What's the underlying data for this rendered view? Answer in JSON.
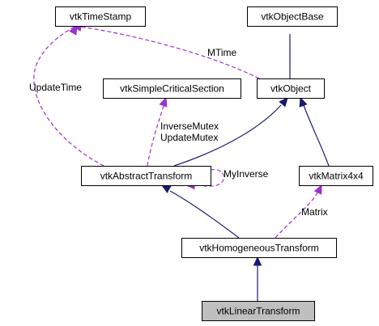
{
  "nodes": [
    {
      "id": "timestamp",
      "label": "vtkTimeStamp",
      "highlight": false
    },
    {
      "id": "objectbase",
      "label": "vtkObjectBase",
      "highlight": false
    },
    {
      "id": "critsec",
      "label": "vtkSimpleCriticalSection",
      "highlight": false
    },
    {
      "id": "object",
      "label": "vtkObject",
      "highlight": false
    },
    {
      "id": "abstract",
      "label": "vtkAbstractTransform",
      "highlight": false
    },
    {
      "id": "matrix",
      "label": "vtkMatrix4x4",
      "highlight": false
    },
    {
      "id": "homogeneous",
      "label": "vtkHomogeneousTransform",
      "highlight": false
    },
    {
      "id": "linear",
      "label": "vtkLinearTransform",
      "highlight": true
    }
  ],
  "edges": [
    {
      "id": "e-object-objectbase",
      "from": "object",
      "to": "objectbase",
      "kind": "inherit",
      "labels": []
    },
    {
      "id": "e-object-timestamp",
      "from": "object",
      "to": "timestamp",
      "kind": "use",
      "labels": [
        "MTime"
      ]
    },
    {
      "id": "e-abstract-timestamp",
      "from": "abstract",
      "to": "timestamp",
      "kind": "use",
      "labels": [
        "UpdateTime"
      ]
    },
    {
      "id": "e-abstract-critsec",
      "from": "abstract",
      "to": "critsec",
      "kind": "use",
      "labels": [
        "InverseMutex",
        "UpdateMutex"
      ]
    },
    {
      "id": "e-abstract-object",
      "from": "abstract",
      "to": "object",
      "kind": "inherit",
      "labels": []
    },
    {
      "id": "e-abstract-self",
      "from": "abstract",
      "to": "abstract",
      "kind": "use",
      "labels": [
        "MyInverse"
      ]
    },
    {
      "id": "e-matrix-object",
      "from": "matrix",
      "to": "object",
      "kind": "inherit",
      "labels": []
    },
    {
      "id": "e-homogeneous-abstract",
      "from": "homogeneous",
      "to": "abstract",
      "kind": "inherit",
      "labels": []
    },
    {
      "id": "e-homogeneous-matrix",
      "from": "homogeneous",
      "to": "matrix",
      "kind": "use",
      "labels": [
        "Matrix"
      ]
    },
    {
      "id": "e-linear-homogeneous",
      "from": "linear",
      "to": "homogeneous",
      "kind": "inherit",
      "labels": []
    }
  ],
  "colors": {
    "inherit": "#191970",
    "use": "#9a32cd",
    "box_fill": "#ffffff",
    "highlight_fill": "#bfbfbf",
    "border": "#000000"
  }
}
